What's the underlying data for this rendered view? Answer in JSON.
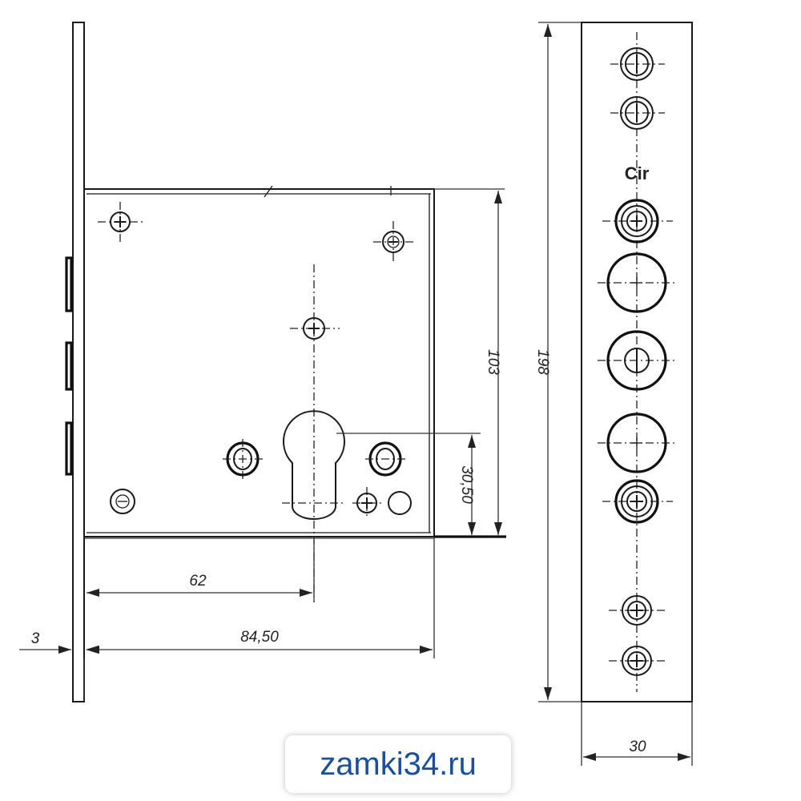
{
  "dimensions": {
    "backset": "62",
    "body_depth": "84,50",
    "faceplate_thickness": "3",
    "body_height": "103",
    "cylinder_offset": "30,50",
    "faceplate_height": "198",
    "faceplate_width": "30"
  },
  "faceplate": {
    "logo": "Cir"
  },
  "watermark": {
    "text": "zamki34.ru"
  }
}
